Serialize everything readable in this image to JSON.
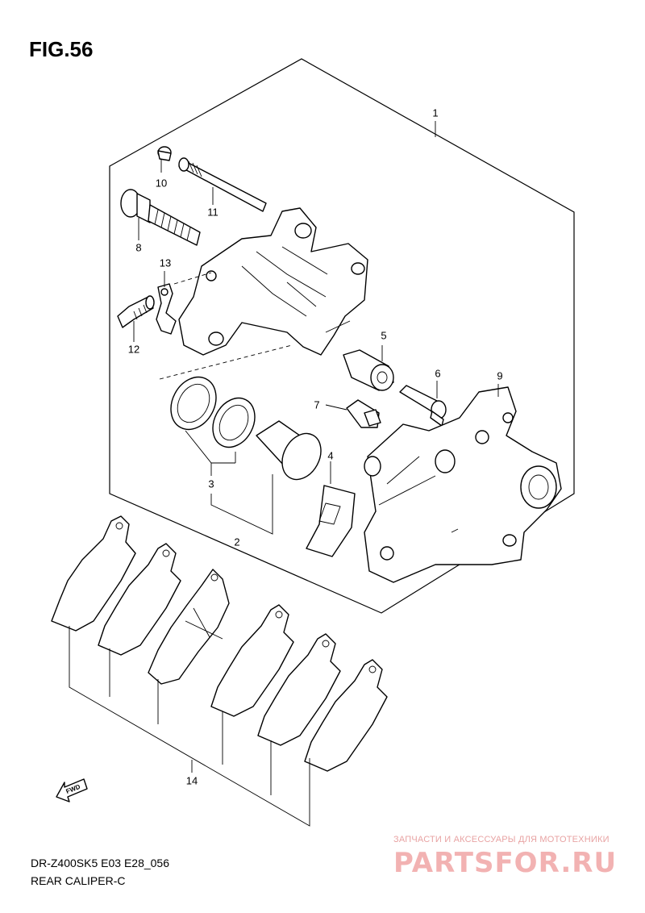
{
  "figure": {
    "title": "FIG.56"
  },
  "callouts": [
    {
      "id": "1",
      "label": "1"
    },
    {
      "id": "2",
      "label": "2"
    },
    {
      "id": "3",
      "label": "3"
    },
    {
      "id": "4",
      "label": "4"
    },
    {
      "id": "5",
      "label": "5"
    },
    {
      "id": "6",
      "label": "6"
    },
    {
      "id": "7",
      "label": "7"
    },
    {
      "id": "8",
      "label": "8"
    },
    {
      "id": "9",
      "label": "9"
    },
    {
      "id": "10",
      "label": "10"
    },
    {
      "id": "11",
      "label": "11"
    },
    {
      "id": "12",
      "label": "12"
    },
    {
      "id": "13",
      "label": "13"
    },
    {
      "id": "14",
      "label": "14"
    }
  ],
  "fwd_label": "FWD",
  "footer": {
    "model_code": "DR-Z400SK5 E03 E28_056",
    "section_name": "REAR CALIPER-C"
  },
  "watermark": {
    "tagline": "ЗАПЧАСТИ И АКСЕССУАРЫ ДЛЯ МОТОТЕХНИКИ",
    "logo_text": "PARTSFOR.RU"
  }
}
